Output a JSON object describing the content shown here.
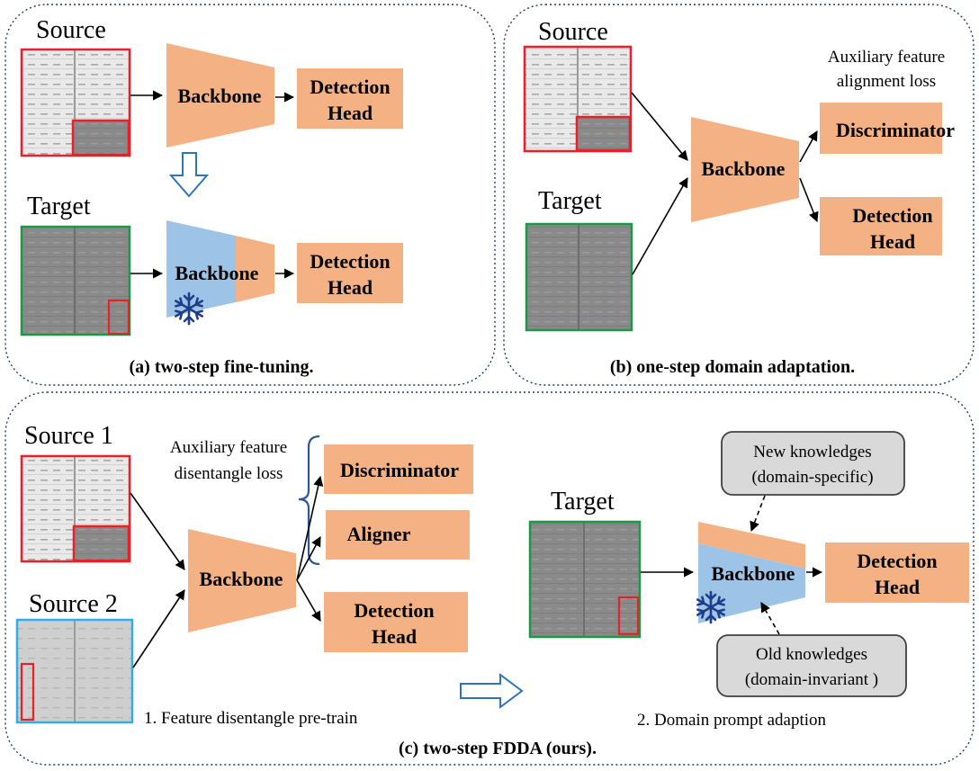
{
  "panel_a": {
    "source_label": "Source",
    "target_label": "Target",
    "backbone_top": "Backbone",
    "backbone_bottom": "Backbone",
    "head_top": [
      "Detection",
      "Head"
    ],
    "head_bottom": [
      "Detection",
      "Head"
    ],
    "caption": "(a)  two-step fine-tuning."
  },
  "panel_b": {
    "source_label": "Source",
    "target_label": "Target",
    "aux_loss": [
      "Auxiliary feature",
      "alignment loss"
    ],
    "discriminator": "Discriminator",
    "backbone": "Backbone",
    "head": [
      "Detection",
      "Head"
    ],
    "caption": "(b)  one-step domain adaptation."
  },
  "panel_c": {
    "source1_label": "Source 1",
    "source2_label": "Source 2",
    "aux_loss": [
      "Auxiliary feature",
      "disentangle loss"
    ],
    "discriminator": "Discriminator",
    "aligner": "Aligner",
    "backbone_left": "Backbone",
    "head_left": [
      "Detection",
      "Head"
    ],
    "step1": "1. Feature disentangle pre-train",
    "target_label": "Target",
    "new_knowledge": [
      "New knowledges",
      "(domain-specific)"
    ],
    "old_knowledge": [
      "Old knowledges",
      "(domain-invariant )"
    ],
    "backbone_right": "Backbone",
    "head_right": [
      "Detection",
      "Head"
    ],
    "step2": "2. Domain prompt adaption",
    "caption": "(c)  two-step FDDA (ours)."
  },
  "colors": {
    "module": "#f4b183",
    "frozen": "#9dc3e6",
    "source_border": "#e8202a",
    "target_border": "#1a9a48",
    "source2_border": "#33aee0",
    "knowledge_box": "#d9d9d9",
    "snowflake": "#1f3d8a"
  },
  "icons": [
    "snowflake-icon",
    "hollow-down-arrow-icon",
    "hollow-right-arrow-icon"
  ]
}
